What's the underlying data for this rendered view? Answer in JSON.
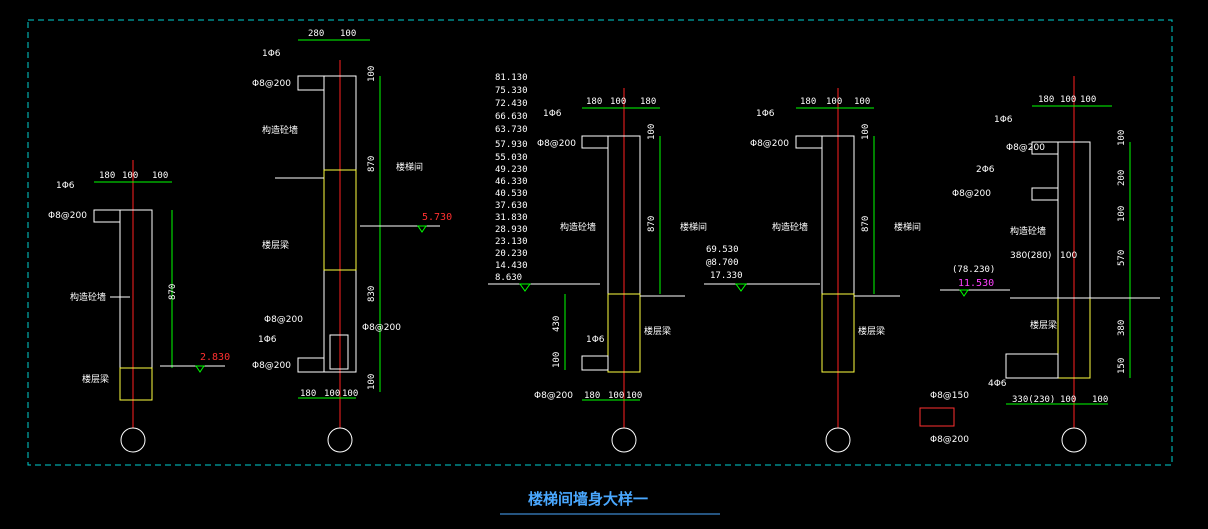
{
  "drawing": {
    "title": "楼梯间墙身大样一",
    "colors": {
      "background": "#000000",
      "frame": "#00d0d0",
      "wall": "#ffffff",
      "concrete_section": "#ffff40",
      "dimension": "#00ff00",
      "center_line": "#ff2020",
      "elevation_red": "#ff3030",
      "elevation_magenta": "#ff40ff",
      "title": "#4aa8ff",
      "marker": "#ff3030"
    }
  },
  "details": [
    {
      "id": "d1",
      "top_dims": [
        "180",
        "100",
        "100"
      ],
      "side_dims": [
        "870"
      ],
      "rebar_labels": [
        "1Φ6",
        "Φ8@200"
      ],
      "wall_labels": [
        "构造砼墙",
        "楼层梁"
      ],
      "elevations": [
        "2.830"
      ]
    },
    {
      "id": "d2",
      "top_dims": [
        "280",
        "100"
      ],
      "side_dims": [
        "100",
        "870",
        "830",
        "100"
      ],
      "rebar_labels": [
        "1Φ6",
        "Φ8@200",
        "Φ8@200",
        "Φ8@200",
        "1Φ6",
        "Φ8@200"
      ],
      "wall_labels": [
        "构造砼墙",
        "楼梯间",
        "楼层梁"
      ],
      "elevations": [
        "5.730"
      ],
      "bottom_dims": [
        "180",
        "100",
        "100"
      ]
    },
    {
      "id": "d3",
      "elevation_list": [
        "81.130",
        "75.330",
        "72.430",
        "66.630",
        "63.730",
        "57.930",
        "55.030",
        "49.230",
        "46.330",
        "40.530",
        "37.630",
        "31.830",
        "28.930",
        "23.130",
        "20.230",
        "14.430",
        "8.630"
      ],
      "top_dims": [
        "180",
        "100",
        "180"
      ],
      "side_dims": [
        "100",
        "870",
        "430",
        "100"
      ],
      "rebar_labels": [
        "1Φ6",
        "Φ8@200",
        "1Φ6",
        "Φ8@200"
      ],
      "wall_labels": [
        "构造砼墙",
        "楼梯间",
        "楼层梁"
      ],
      "bottom_dims": [
        "180",
        "100",
        "100"
      ]
    },
    {
      "id": "d4",
      "elevation_list": [
        "69.530",
        "@8.700",
        "17.330"
      ],
      "top_dims": [
        "180",
        "100",
        "100"
      ],
      "side_dims": [
        "100",
        "870"
      ],
      "rebar_labels": [
        "1Φ6",
        "Φ8@200"
      ],
      "wall_labels": [
        "构造砼墙",
        "楼梯间",
        "楼层梁"
      ]
    },
    {
      "id": "d5",
      "top_dims": [
        "180",
        "100",
        "100"
      ],
      "side_dims": [
        "100",
        "200",
        "100",
        "570",
        "380",
        "150"
      ],
      "rebar_labels": [
        "1Φ6",
        "Φ8@200",
        "2Φ6",
        "Φ8@200",
        "4Φ6"
      ],
      "wall_labels": [
        "构造砼墙",
        "380(280)",
        "100",
        "楼层梁"
      ],
      "elevations": [
        "(78.230)",
        "11.530"
      ],
      "bottom_dims": [
        "330(230)",
        "100",
        "100"
      ],
      "legend_labels": [
        "Φ8@150",
        "Φ8@200"
      ]
    }
  ]
}
